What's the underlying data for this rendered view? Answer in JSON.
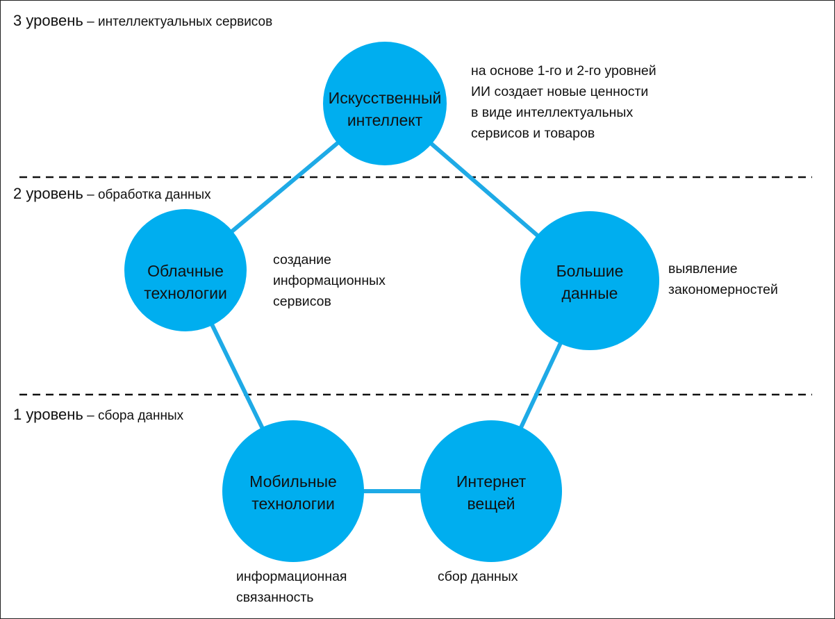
{
  "levels": [
    {
      "num": "3 уровень",
      "rest": " – интеллектуальных сервисов"
    },
    {
      "num": "2 уровень",
      "rest": " – обработка данных"
    },
    {
      "num": "1 уровень",
      "rest": " – сбора данных"
    }
  ],
  "nodes": {
    "ai": {
      "l1": "Искусственный",
      "l2": "интеллект"
    },
    "cloud": {
      "l1": "Облачные",
      "l2": "технологии"
    },
    "bigdata": {
      "l1": "Большие",
      "l2": "данные"
    },
    "mobile": {
      "l1": "Мобильные",
      "l2": "технологии"
    },
    "iot": {
      "l1": "Интернет",
      "l2": "вещей"
    }
  },
  "notes": {
    "ai": [
      "на основе 1-го и 2-го уровней",
      "ИИ создает новые ценности",
      "в виде интеллектуальных",
      "сервисов и товаров"
    ],
    "cloud": [
      "создание",
      "информационных",
      "сервисов"
    ],
    "bigdata": [
      "выявление",
      "закономерностей"
    ],
    "mobile": [
      "информационная",
      "связанность"
    ],
    "iot": [
      "сбор данных"
    ]
  },
  "colors": {
    "circle": "#00AEEF",
    "line": "#1EAAE6"
  }
}
